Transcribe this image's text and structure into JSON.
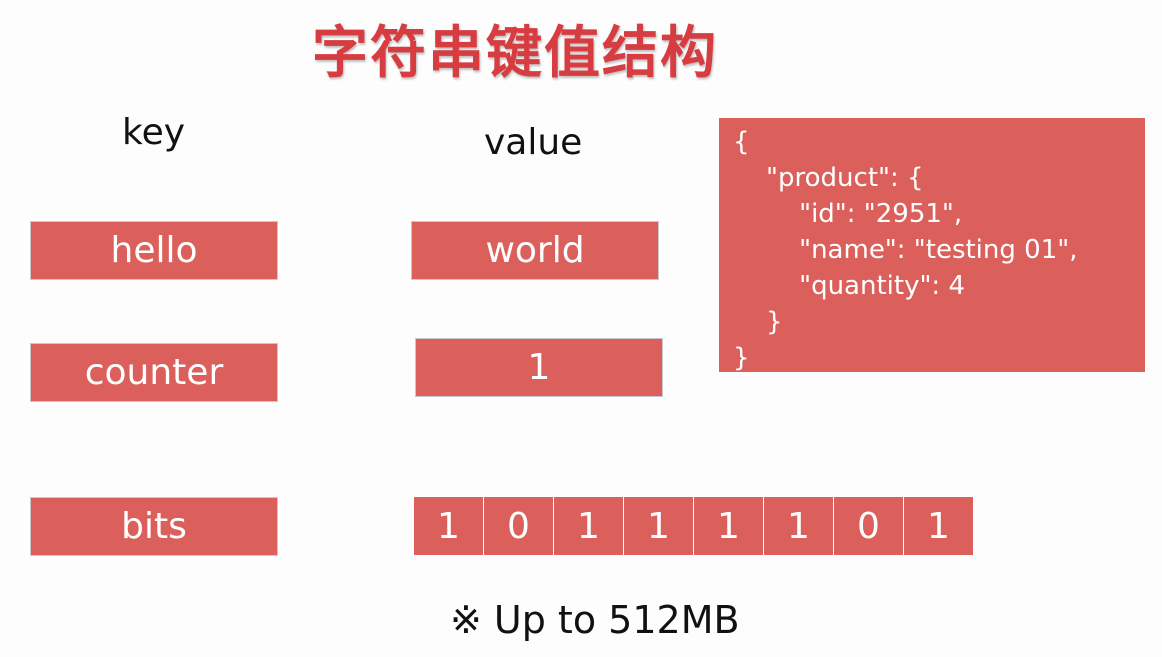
{
  "title": "字符串键值结构",
  "headers": {
    "key": "key",
    "value": "value"
  },
  "rows": [
    {
      "key": "hello",
      "value": "world"
    },
    {
      "key": "counter",
      "value": "1"
    },
    {
      "key": "bits",
      "bits": [
        "1",
        "0",
        "1",
        "1",
        "1",
        "1",
        "0",
        "1"
      ]
    }
  ],
  "json_lines": [
    "{",
    "    \"product\": {",
    "        \"id\": \"2951\",",
    "        \"name\": \"testing 01\",",
    "        \"quantity\": 4",
    "    }",
    "}"
  ],
  "note": "※ Up to 512MB",
  "colors": {
    "title": "#d63c40",
    "box": "#db605c"
  }
}
